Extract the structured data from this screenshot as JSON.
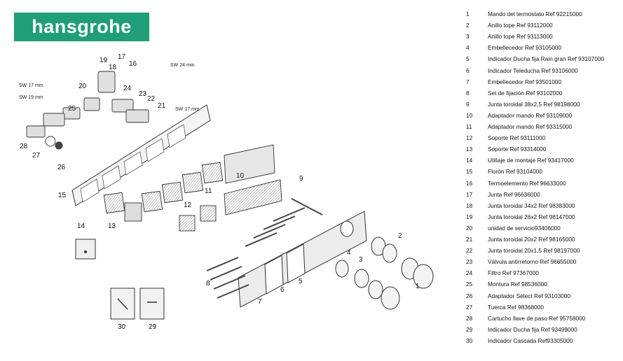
{
  "brand": {
    "name": "hansgrohe",
    "color": "#1f9e77"
  },
  "wrench_labels": [
    "SW 24 mm",
    "SW 17 mm",
    "SW 19 mm",
    "SW 17 mm"
  ],
  "callouts": [
    "1",
    "2",
    "3",
    "4",
    "5",
    "6",
    "7",
    "8",
    "9",
    "10",
    "11",
    "12",
    "13",
    "14",
    "15",
    "16",
    "17",
    "18",
    "19",
    "20",
    "21",
    "22",
    "23",
    "24",
    "25",
    "26",
    "27",
    "28",
    "29",
    "30"
  ],
  "parts": [
    {
      "num": "1",
      "desc": "Mando del termostato  Ref  92215000"
    },
    {
      "num": "2",
      "desc": "Anillo tope Ref 93112000"
    },
    {
      "num": "3",
      "desc": "Anillo tope Ref 93113000"
    },
    {
      "num": "4",
      "desc": "Embellecedor  Ref  93105000"
    },
    {
      "num": "5",
      "desc": "Indicador Ducha fija Rain  gran  Ref 93107000"
    },
    {
      "num": "6",
      "desc": "Indicador Teleducha  Ref 93106000"
    },
    {
      "num": "7",
      "desc": "Embellecedor  Ref  93501000"
    },
    {
      "num": "8",
      "desc": "Set de fijación Ref 93102000"
    },
    {
      "num": "9",
      "desc": "Junta toroidal 38x2,5 Ref 98198000"
    },
    {
      "num": "10",
      "desc": "Adaptador mando  Ref 93109000"
    },
    {
      "num": "11",
      "desc": "Adaptador mando  Ref 93315000"
    },
    {
      "num": "12",
      "desc": "Soporte Ref 93111000"
    },
    {
      "num": "13",
      "desc": "Soporte Ref 93314000"
    },
    {
      "num": "14",
      "desc": "Utillaje de montaje  Ref  93417000"
    },
    {
      "num": "15",
      "desc": "Florón Ref 93104000"
    },
    {
      "num": "16",
      "desc": "Termoelemento   Ref  96633000"
    },
    {
      "num": "17",
      "desc": "Junta Ref 96636000"
    },
    {
      "num": "18",
      "desc": "Junta toroidal 34x2 Ref 98383000"
    },
    {
      "num": "19",
      "desc": "Junta toroidal 26x2 Ref 98147000"
    },
    {
      "num": "20",
      "desc": "unidad de servicio93406000"
    },
    {
      "num": "21",
      "desc": "Junta toroidal 20x2 Ref 98165000"
    },
    {
      "num": "22",
      "desc": "Junta toroidal 20x1,5 Ref 98197000"
    },
    {
      "num": "23",
      "desc": "Válvula antirretorno  Ref  96655000"
    },
    {
      "num": "24",
      "desc": "Filtro Ref 97367000"
    },
    {
      "num": "25",
      "desc": "Montura Ref 98536000"
    },
    {
      "num": "26",
      "desc": "Adaptador Select  Ref  93103000"
    },
    {
      "num": "27",
      "desc": "Tuerca Ref 98368000"
    },
    {
      "num": "28",
      "desc": "Cartucho llave de paso Ref 95758000"
    },
    {
      "num": "29",
      "desc": "Indicador Ducha fija Ref 93499000"
    },
    {
      "num": "30",
      "desc": "Indicador Cascada Ref93305000"
    }
  ]
}
